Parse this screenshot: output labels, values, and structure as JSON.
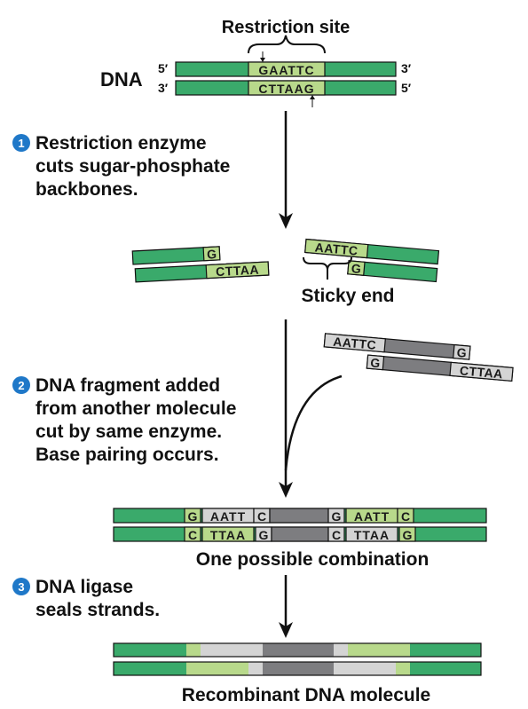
{
  "colors": {
    "strand_green": "#3aaa6b",
    "site_light_green": "#b8d98b",
    "light_gray": "#d4d4d4",
    "dark_gray": "#7d7d80",
    "step_badge_blue": "#1f78c8"
  },
  "top": {
    "restriction_site_label": "Restriction site",
    "dna_label": "DNA",
    "five_prime_top": "5′",
    "three_prime_top": "3′",
    "three_prime_bottom": "3′",
    "five_prime_bottom": "5′",
    "top_seq": "GAATTC",
    "bottom_seq": "CTTAAG"
  },
  "steps": [
    {
      "number": "1",
      "lines": [
        "Restriction enzyme",
        "cuts sugar-phosphate",
        "backbones."
      ]
    },
    {
      "number": "2",
      "lines": [
        "DNA fragment added",
        "from another molecule",
        "cut by same enzyme.",
        "Base pairing occurs."
      ]
    },
    {
      "number": "3",
      "lines": [
        "DNA ligase",
        "seals strands."
      ]
    }
  ],
  "cut": {
    "left_top": "G",
    "left_bottom": "CTTAA",
    "right_top": "AATTC",
    "right_bottom": "G",
    "sticky_end_label": "Sticky end"
  },
  "foreign": {
    "top": "AATTC",
    "top_end": "G",
    "bottom_start": "G",
    "bottom": "CTTAA"
  },
  "combo": {
    "top_g1": "G",
    "top_aatt1": "AATT",
    "top_c1": "C",
    "top_g2": "G",
    "top_aatt2": "AATT",
    "top_c2": "C",
    "bot_c1": "C",
    "bot_ttaa1": "TTAA",
    "bot_g1": "G",
    "bot_c2": "C",
    "bot_ttaa2": "TTAA",
    "bot_g2": "G",
    "caption": "One possible combination"
  },
  "final_caption": "Recombinant DNA molecule"
}
